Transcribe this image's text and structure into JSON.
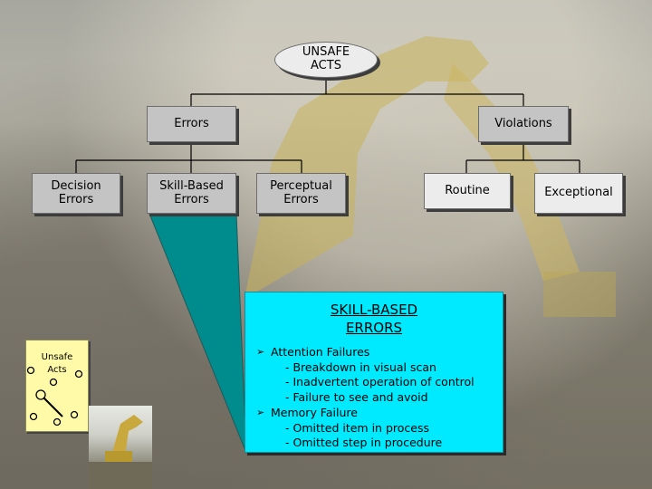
{
  "root": {
    "label": "UNSAFE\nACTS"
  },
  "level1": [
    {
      "label": "Errors"
    },
    {
      "label": "Violations"
    }
  ],
  "level2": [
    {
      "label": "Decision\nErrors"
    },
    {
      "label": "Skill-Based\nErrors"
    },
    {
      "label": "Perceptual\nErrors"
    },
    {
      "label": "Routine"
    },
    {
      "label": "Exceptional"
    }
  ],
  "detail": {
    "title": "SKILL-BASED\nERRORS",
    "groups": [
      {
        "heading": "Attention Failures",
        "items": [
          "- Breakdown in visual scan",
          "- Inadvertent operation of control",
          "- Failure to see and avoid"
        ]
      },
      {
        "heading": "Memory Failure",
        "items": [
          "- Omitted item in process",
          "- Omitted step in procedure"
        ]
      }
    ]
  },
  "mini_diagram": {
    "label": "Unsafe\nActs"
  },
  "colors": {
    "box_fill": "#c4c4c4",
    "detail_fill": "#00eaff",
    "callout_fill": "#008c8c",
    "mini_fill": "#fffaa8"
  }
}
